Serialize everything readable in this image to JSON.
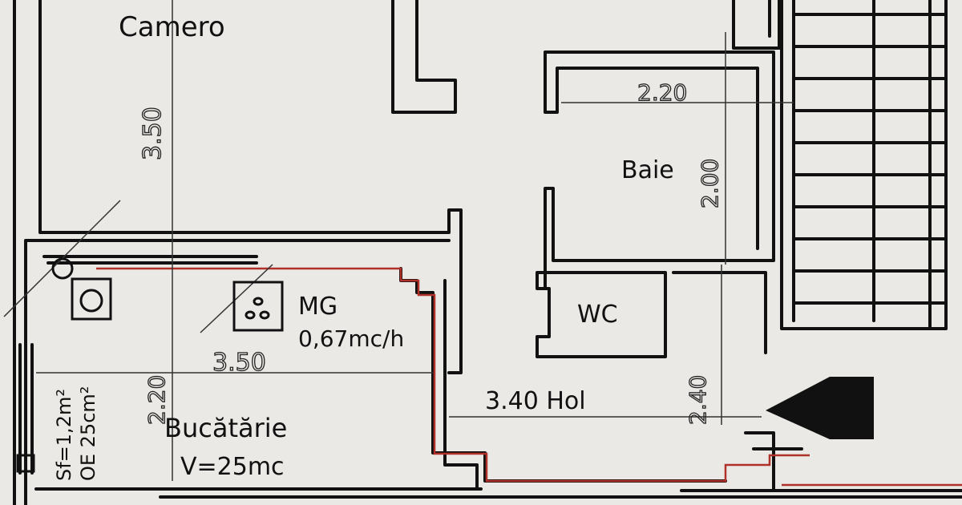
{
  "rooms": {
    "camera": {
      "label": "Camero",
      "dim": "3.50"
    },
    "baie": {
      "label": "Baie",
      "dim_w": "2.20",
      "dim_h": "2.00"
    },
    "wc": {
      "label": "WC"
    },
    "bucatarie": {
      "label": "Bucătărie",
      "volume": "V=25mc",
      "dim_w": "3.50",
      "dim_h": "2.20"
    },
    "hol": {
      "label": "3.40 Hol",
      "dim_h": "2.40"
    }
  },
  "appliance": {
    "label": "MG",
    "flow": "0,67mc/h"
  },
  "ventilation": {
    "sf": "Sf=1,2m²",
    "oe": "OE 25cm²"
  },
  "colors": {
    "ink": "#111111",
    "gas_line": "#b0302a",
    "paper": "#ebe9e5"
  }
}
